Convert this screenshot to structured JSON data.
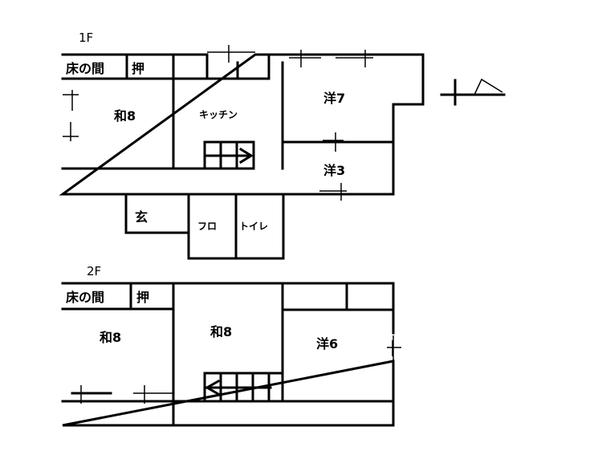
{
  "floor1": {
    "title": "1F",
    "rooms": {
      "tokonoma": "床の間",
      "oshiire": "押",
      "washitsu": "和8",
      "kitchen": "キッチン",
      "youshitsu7": "洋7",
      "youshitsu3": "洋3",
      "genkan": "玄",
      "furo": "フロ",
      "toilet": "トイレ"
    }
  },
  "floor2": {
    "title": "2F",
    "rooms": {
      "tokonoma": "床の間",
      "oshiire": "押",
      "washitsu_left": "和8",
      "washitsu_center": "和8",
      "youshitsu6": "洋6"
    }
  }
}
